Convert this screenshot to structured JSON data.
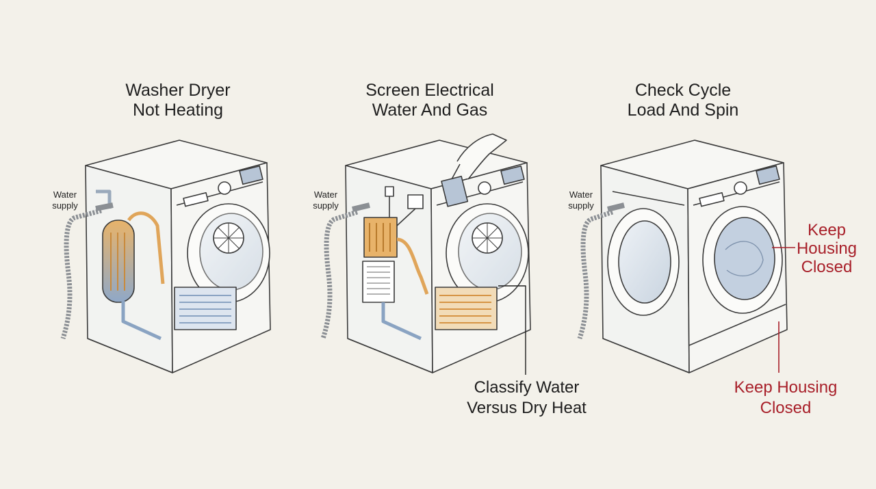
{
  "panels": [
    {
      "title_line1": "Washer Dryer",
      "title_line2": "Not Heating",
      "water_label_line1": "Water",
      "water_label_line2": "supply"
    },
    {
      "title_line1": "Screen Electrical",
      "title_line2": "Water And Gas",
      "water_label_line1": "Water",
      "water_label_line2": "supply",
      "callout_line1": "Classify Water",
      "callout_line2": "Versus Dry Heat"
    },
    {
      "title_line1": "Check Cycle",
      "title_line2": "Load And Spin",
      "water_label_line1": "Water",
      "water_label_line2": "supply",
      "side_callout_line1": "Keep",
      "side_callout_line2": "Housing",
      "side_callout_line3": "Closed",
      "bottom_callout_line1": "Keep Housing",
      "bottom_callout_line2": "Closed"
    }
  ],
  "colors": {
    "background": "#f3f1ea",
    "line": "#3a3a3a",
    "accent_orange": "#e0a55a",
    "accent_blue": "#9fb3cc",
    "callout_red": "#a8202a"
  }
}
